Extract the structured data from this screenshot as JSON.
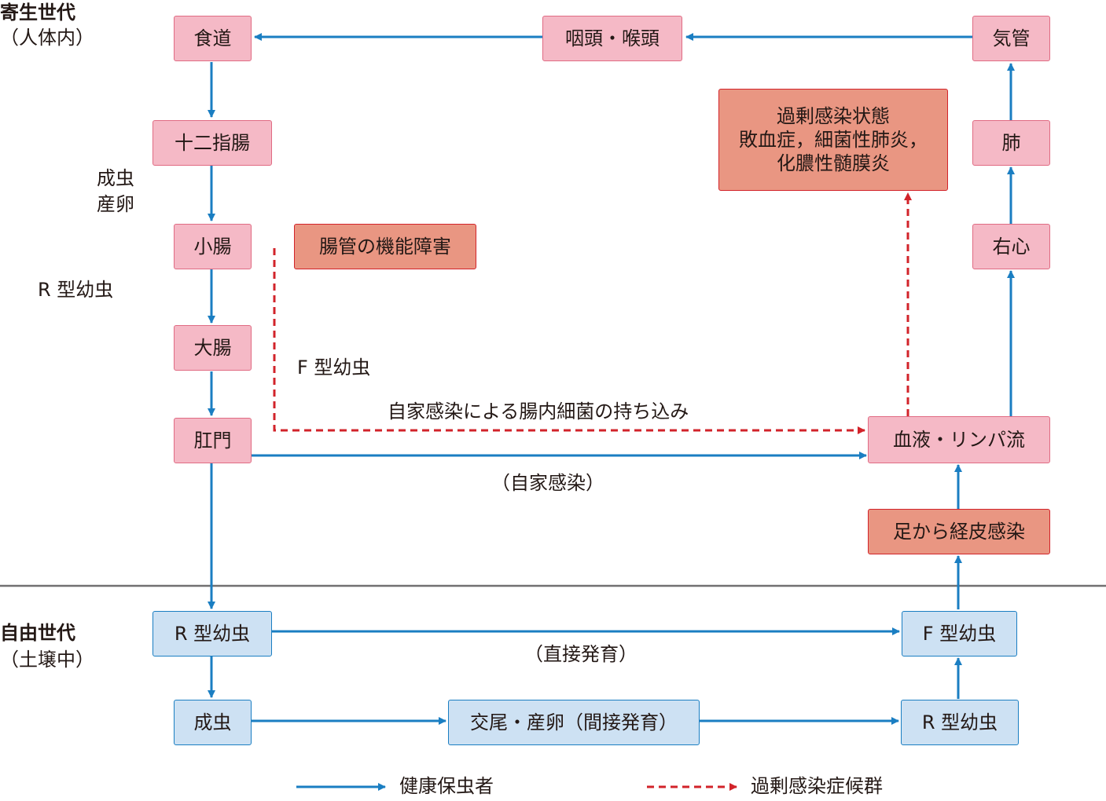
{
  "sections": {
    "parasitic_title": "寄生世代",
    "parasitic_sub": "（人体内）",
    "free_title": "自由世代",
    "free_sub": "（土壌中）"
  },
  "boxes": {
    "esophagus": "食道",
    "pharynx": "咽頭・喉頭",
    "trachea": "気管",
    "duodenum": "十二指腸",
    "small_intestine": "小腸",
    "large_intestine": "大腸",
    "anus": "肛門",
    "lung": "肺",
    "right_heart": "右心",
    "blood_lymph": "血液・リンパ流",
    "intestinal_dysfunction": "腸管の機能障害",
    "hyperinfection_1": "過剰感染状態",
    "hyperinfection_2": "敗血症，細菌性肺炎，",
    "hyperinfection_3": "化膿性髄膜炎",
    "skin_infection": "足から経皮感染",
    "r_larva_top": "R 型幼虫",
    "f_larva": "F 型幼虫",
    "adult": "成虫",
    "mating": "交尾・産卵（間接発育）",
    "r_larva_bottom": "R 型幼虫"
  },
  "labels": {
    "adult_1": "成虫",
    "adult_2": "産卵",
    "r_larva": "R 型幼虫",
    "f_larva": "F 型幼虫",
    "autoinfection_bacteria": "自家感染による腸内細菌の持ち込み",
    "autoinfection": "（自家感染）",
    "direct_development": "（直接発育）"
  },
  "legend": {
    "healthy_carrier": "健康保虫者",
    "hyperinfection_syndrome": "過剰感染症候群"
  },
  "colors": {
    "blue_arrow": "#1a7ec2",
    "red_dashed": "#d2232a",
    "divider": "#717071"
  }
}
